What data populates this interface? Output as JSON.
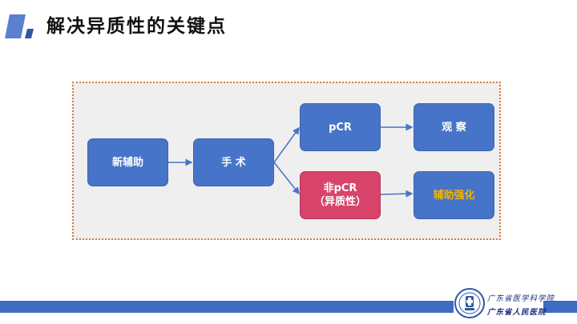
{
  "slide": {
    "title": "解决异质性的关键点"
  },
  "diagram": {
    "nodes": {
      "neoadjuvant": "新辅助",
      "surgery": "手 术",
      "pcr": "pCR",
      "observe": "观 察",
      "non_pcr_line1": "非pCR",
      "non_pcr_line2": "（异质性）",
      "adjuvant_intensify": "辅助强化"
    },
    "colors": {
      "node_blue": "#4674c8",
      "node_pink": "#d8436a",
      "highlight_text": "#f5b400",
      "panel_border": "#e07a3a",
      "panel_fill": "#efefef"
    }
  },
  "footer": {
    "org_line1": "广东省医学科学院",
    "org_line2": "广东省人民医院",
    "logo_icon": "hospital-logo-icon"
  }
}
